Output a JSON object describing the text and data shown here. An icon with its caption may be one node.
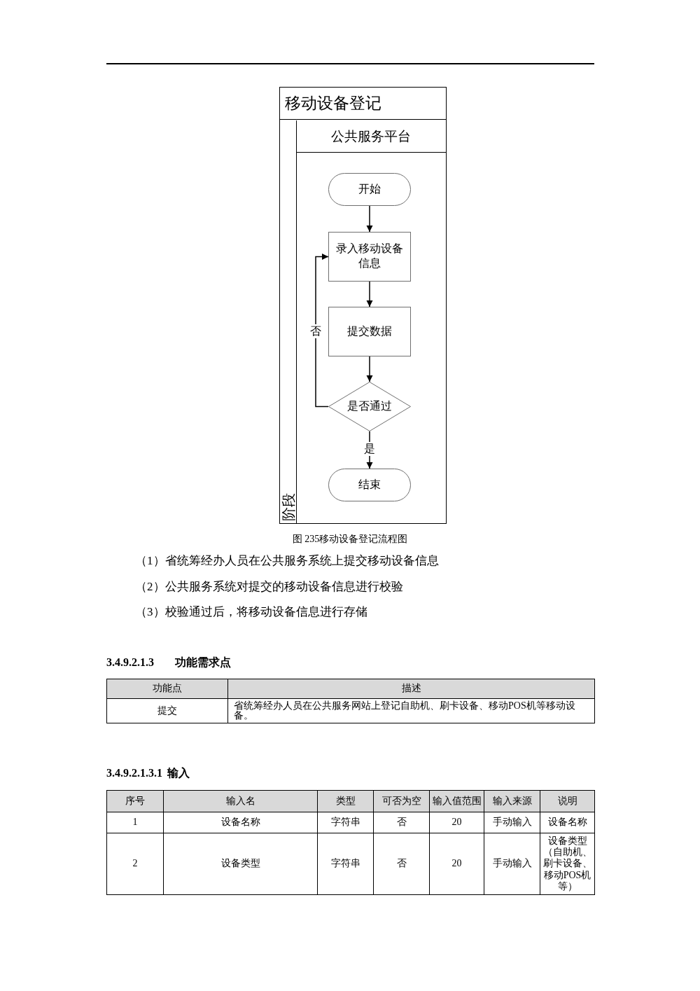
{
  "diagram": {
    "caption": "图 235移动设备登记流程图",
    "nodes": [
      {
        "text": [
          "移动设备登记"
        ]
      },
      {
        "text": [
          "阶段"
        ],
        "in": 0
      },
      {
        "text": [
          "公共服务平台"
        ],
        "in": 0
      },
      {
        "text": [
          "开始"
        ],
        "in": 2
      },
      {
        "text": [
          "录入移动设备信息"
        ],
        "in": 2
      },
      {
        "text": [
          "提交数据"
        ],
        "in": 2
      },
      {
        "text": [
          "是否通过"
        ],
        "in": 2
      },
      {
        "text": [
          "结束"
        ],
        "in": 2
      }
    ],
    "edges": [
      {
        "from": 3,
        "to": 4,
        "arrow": "to"
      },
      {
        "from": 4,
        "to": 5,
        "arrow": "to"
      },
      {
        "from": 5,
        "to": 6,
        "arrow": "to"
      },
      {
        "from": 6,
        "to": 7,
        "arrow": "to",
        "label": "是"
      },
      {
        "from": 6,
        "to": 4,
        "arrow": "to",
        "label": "否"
      }
    ],
    "labels": [
      "（1）省统筹经办人员在公共服务系统上提交移动设备信息",
      "（2）公共服务系统对提交的移动设备信息进行校验",
      "（3）校验通过后，将移动设备信息进行存储",
      "3.4.9.2.1.3 功能需求点",
      "功能点",
      "描述",
      "提交",
      "省统筹经办人员在公共服务网站上登记自助机、刷卡设备、移动POS机等移动设备。",
      "3.4.9.2.1.3.1 输入",
      "序号",
      "输入名",
      "类型",
      "可否为空",
      "输入值范围",
      "输入来源",
      "说明",
      "1",
      "设备名称",
      "字符串",
      "否",
      "20",
      "手动输入",
      "设备名称",
      "2",
      "设备类型",
      "字符串",
      "否",
      "20",
      "手动输入",
      "设备类型（自助机、刷卡设备、移动POS机等）"
    ]
  }
}
